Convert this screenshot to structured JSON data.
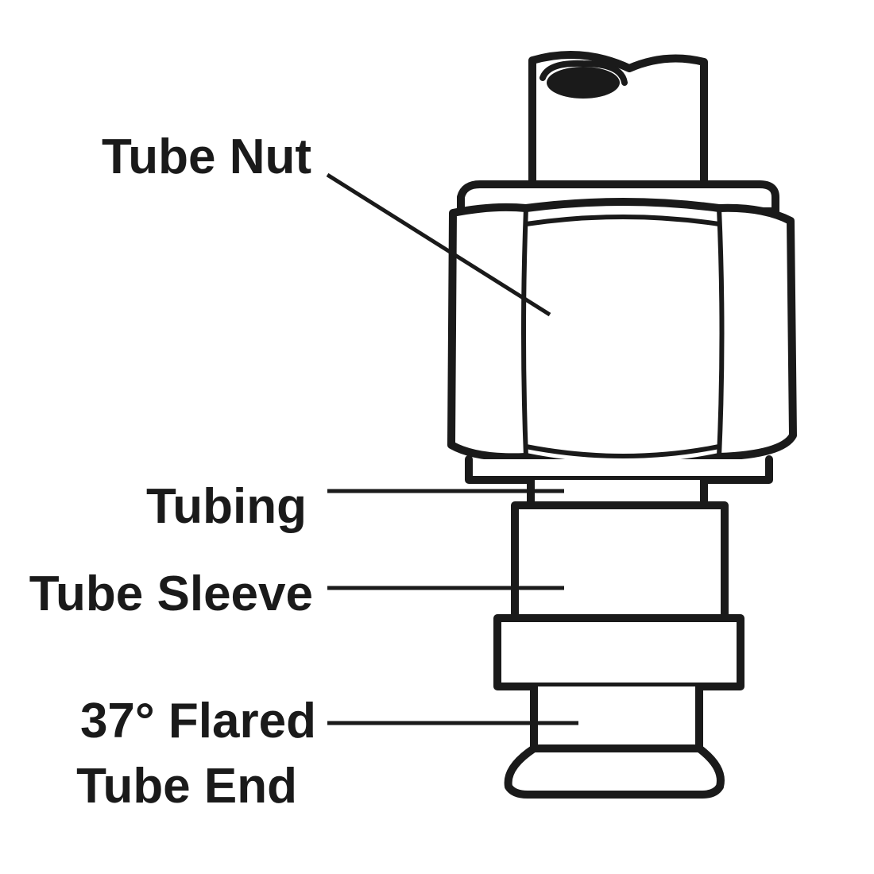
{
  "labels": {
    "tube_nut": "Tube Nut",
    "tubing": "Tubing",
    "tube_sleeve": "Tube Sleeve",
    "flared_end_line1": "37° Flared",
    "flared_end_line2": "Tube End"
  },
  "colors": {
    "ink": "#1a1a1a",
    "background": "#ffffff"
  }
}
